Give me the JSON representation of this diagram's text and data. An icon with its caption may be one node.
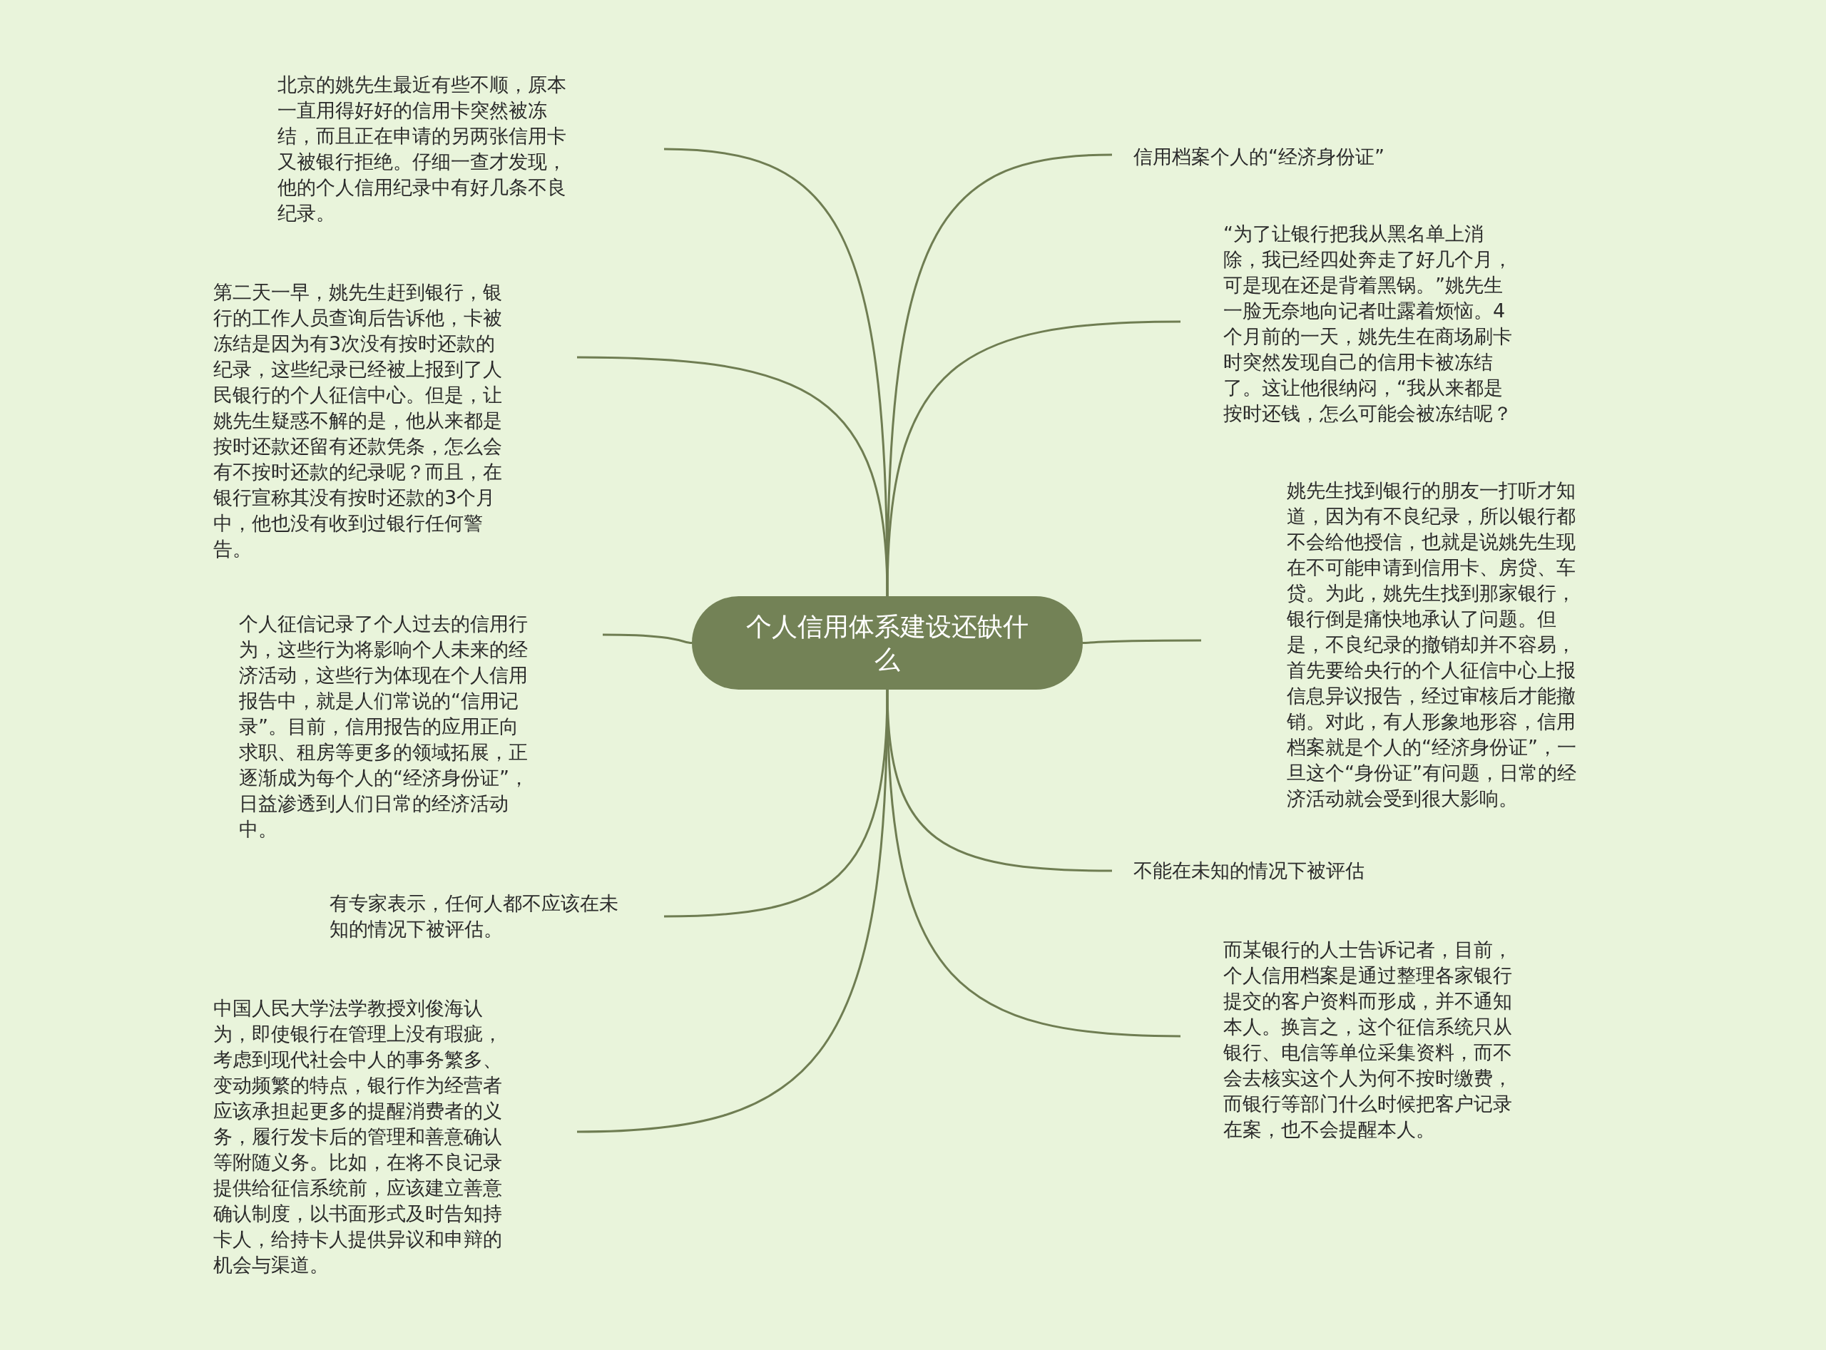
{
  "diagram": {
    "nodes": [
      {
        "text": [
          "个人信用体系建设还缺什么"
        ]
      },
      {
        "text": [
          "北京的姚先生最近有些不顺，原本一直用得好好的信用卡突然被冻结，而且正在申请的另两张信用卡又被银行拒绝。仔细一查才发现，他的个人信用纪录中有好几条不良纪录。"
        ]
      },
      {
        "text": [
          "第二天一早，姚先生赶到银行，银行的工作人员查询后告诉他，卡被冻结是因为有3次没有按时还款的纪录，这些纪录已经被上报到了人民银行的个人征信中心。但是，让姚先生疑惑不解的是，他从来都是按时还款还留有还款凭条，怎么会有不按时还款的纪录呢？而且，在银行宣称其没有按时还款的3个月中，他也没有收到过银行任何警告。"
        ]
      },
      {
        "text": [
          "个人征信记录了个人过去的信用行为，这些行为将影响个人未来的经济活动，这些行为体现在个人信用报告中，就是人们常说的“信用记录”。目前，信用报告的应用正向求职、租房等更多的领域拓展，正逐渐成为每个人的“经济身份证”，日益渗透到人们日常的经济活动中。"
        ]
      },
      {
        "text": [
          "有专家表示，任何人都不应该在未知的情况下被评估。"
        ]
      },
      {
        "text": [
          "中国人民大学法学教授刘俊海认为，即使银行在管理上没有瑕疵，考虑到现代社会中人的事务繁多、变动频繁的特点，银行作为经营者应该承担起更多的提醒消费者的义务，履行发卡后的管理和善意确认等附随义务。比如，在将不良记录提供给征信系统前，应该建立善意确认制度，以书面形式及时告知持卡人，给持卡人提供异议和申辩的机会与渠道。"
        ]
      },
      {
        "text": [
          "信用档案个人的“经济身份证”"
        ]
      },
      {
        "text": [
          "“为了让银行把我从黑名单上消除，我已经四处奔走了好几个月，可是现在还是背着黑锅。”姚先生一脸无奈地向记者吐露着烦恼。4个月前的一天，姚先生在商场刷卡时突然发现自己的信用卡被冻结了。这让他很纳闷，“我从来都是按时还钱，怎么可能会被冻结呢？"
        ]
      },
      {
        "text": [
          "姚先生找到银行的朋友一打听才知道，因为有不良纪录，所以银行都不会给他授信，也就是说姚先生现在不可能申请到信用卡、房贷、车贷。为此，姚先生找到那家银行，银行倒是痛快地承认了问题。但是，不良纪录的撤销却并不容易，首先要给央行的个人征信中心上报信息异议报告，经过审核后才能撤销。对此，有人形象地形容，信用档案就是个人的“经济身份证”，一旦这个“身份证”有问题，日常的经济活动就会受到很大影响。"
        ]
      },
      {
        "text": [
          "不能在未知的情况下被评估"
        ]
      },
      {
        "text": [
          "而某银行的人士告诉记者，目前，个人信用档案是通过整理各家银行提交的客户资料而形成，并不通知本人。换言之，这个征信系统只从银行、电信等单位采集资料，而不会去核实这个人为何不按时缴费，而银行等部门什么时候把客户记录在案，也不会提醒本人。"
        ]
      }
    ],
    "edges": [
      {
        "from": 0,
        "to": 1,
        "arrow": "none"
      },
      {
        "from": 0,
        "to": 2,
        "arrow": "none"
      },
      {
        "from": 0,
        "to": 3,
        "arrow": "none"
      },
      {
        "from": 0,
        "to": 4,
        "arrow": "none"
      },
      {
        "from": 0,
        "to": 5,
        "arrow": "none"
      },
      {
        "from": 0,
        "to": 6,
        "arrow": "none"
      },
      {
        "from": 0,
        "to": 7,
        "arrow": "none"
      },
      {
        "from": 0,
        "to": 8,
        "arrow": "none"
      },
      {
        "from": 0,
        "to": 9,
        "arrow": "none"
      },
      {
        "from": 0,
        "to": 10,
        "arrow": "none"
      }
    ]
  }
}
